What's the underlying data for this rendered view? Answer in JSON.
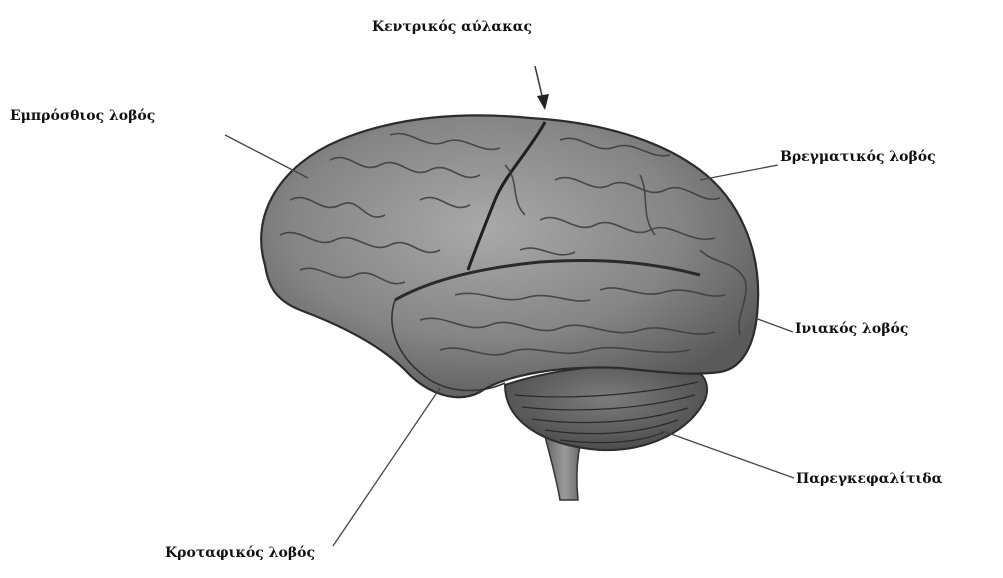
{
  "diagram": {
    "labels": {
      "central_sulcus": "Κεντρικός αύλακας",
      "frontal_lobe": "Εμπρόσθιος λοβός",
      "parietal_lobe": "Βρεγματικός λοβός",
      "occipital_lobe": "Ινιακός λοβός",
      "cerebellum": "Παρεγκεφαλίτιδα",
      "temporal_lobe": "Κροταφικός λοβός"
    },
    "colors": {
      "background": "#ffffff",
      "brain_fill": "#8a8a8a",
      "gyri_stroke": "#3a3a3a",
      "leader_line": "#444444",
      "text": "#111111"
    }
  }
}
